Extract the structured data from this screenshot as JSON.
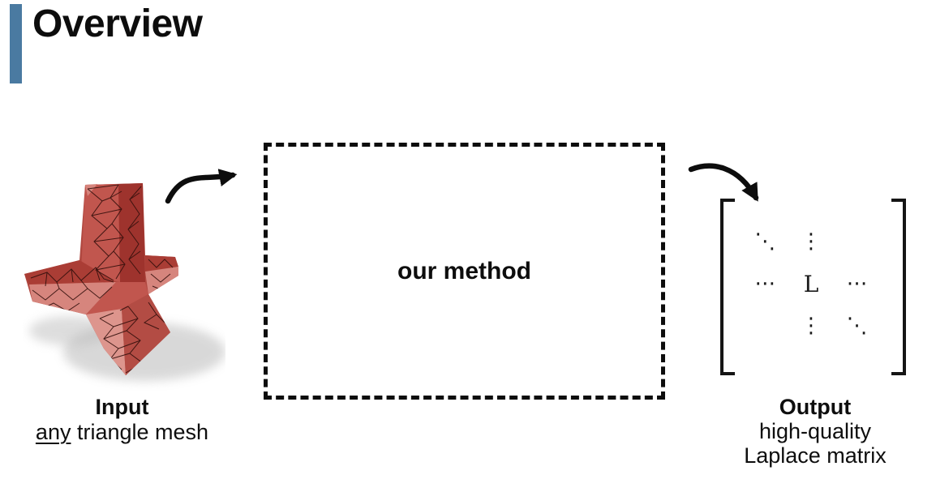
{
  "slide": {
    "title": "Overview"
  },
  "colors": {
    "accent_bar": "#4a7aa1",
    "ink": "#0d0d0d",
    "mesh_dark_red": "#9c332d",
    "mesh_mid_red": "#bf574f",
    "mesh_light_pink": "#d98b83"
  },
  "input": {
    "title": "Input",
    "desc_underlined": "any",
    "desc_rest": " triangle mesh",
    "illustration": "red-triangle-mesh-plus-shape"
  },
  "method_box": {
    "label": "our method"
  },
  "output": {
    "title": "Output",
    "line1": "high-quality",
    "line2": "Laplace matrix"
  },
  "matrix": {
    "r1c1": "⋱",
    "r1c2": "⋮",
    "r1c3": "",
    "r2c1": "⋯",
    "r2c2": "L",
    "r2c3": "⋯",
    "r3c1": "",
    "r3c2": "⋮",
    "r3c3": "⋱"
  }
}
